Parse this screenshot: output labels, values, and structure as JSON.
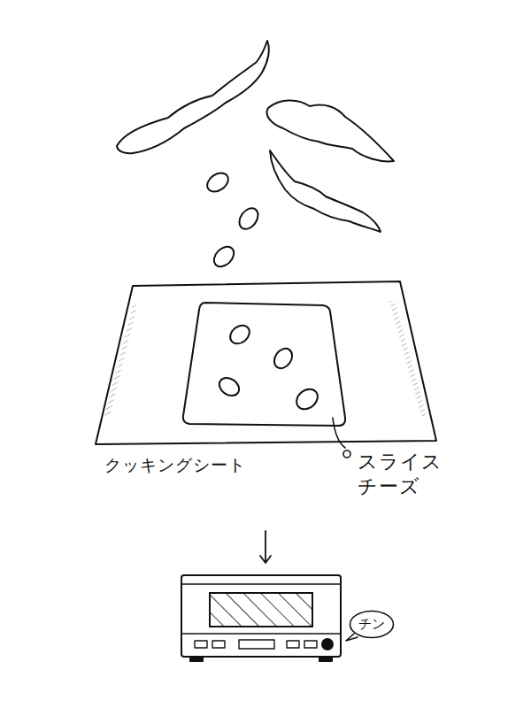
{
  "diagram": {
    "nodes": [
      {
        "text": [
          "チン"
        ]
      }
    ],
    "labels": [
      "クッキングシート",
      "スライス チーズ"
    ]
  }
}
